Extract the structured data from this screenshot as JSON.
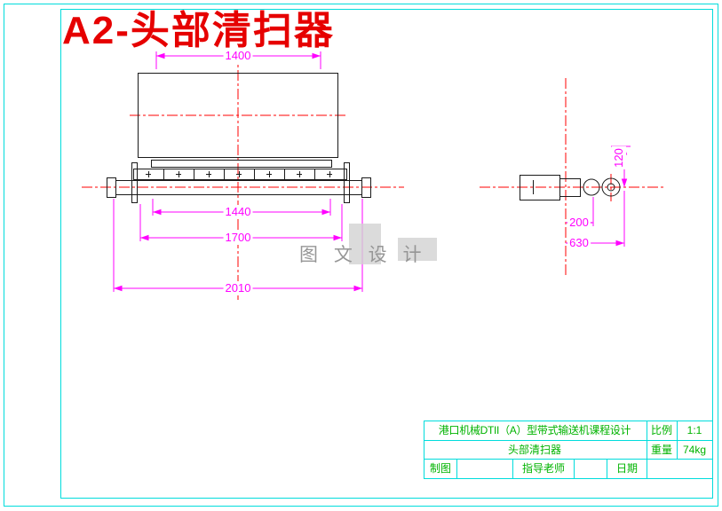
{
  "page": {
    "title": "A2-头部清扫器",
    "watermark": "图 文 设 计"
  },
  "front_view": {
    "dim_width_top": "1400",
    "dim_width_1": "1440",
    "dim_width_2": "1700",
    "dim_width_3": "2010"
  },
  "side_view": {
    "dim_height": "120",
    "dim_width_1": "200",
    "dim_width_2": "630"
  },
  "title_block": {
    "project": "港口机械DTII（A）型带式输送机课程设计",
    "part_name": "头部清扫器",
    "scale_label": "比例",
    "scale_value": "1:1",
    "weight_label": "重量",
    "weight_value": "74kg",
    "drafter_label": "制图",
    "advisor_label": "指导老师",
    "date_label": "日期"
  },
  "colors": {
    "frame_cyan": "#00dcdc",
    "dimension_magenta": "#ff00ff",
    "centerline_red": "#ff0000",
    "title_red": "#e60000",
    "block_text_green": "#00b300",
    "watermark_gray": "#969696",
    "line_black": "#1a1a1a"
  }
}
